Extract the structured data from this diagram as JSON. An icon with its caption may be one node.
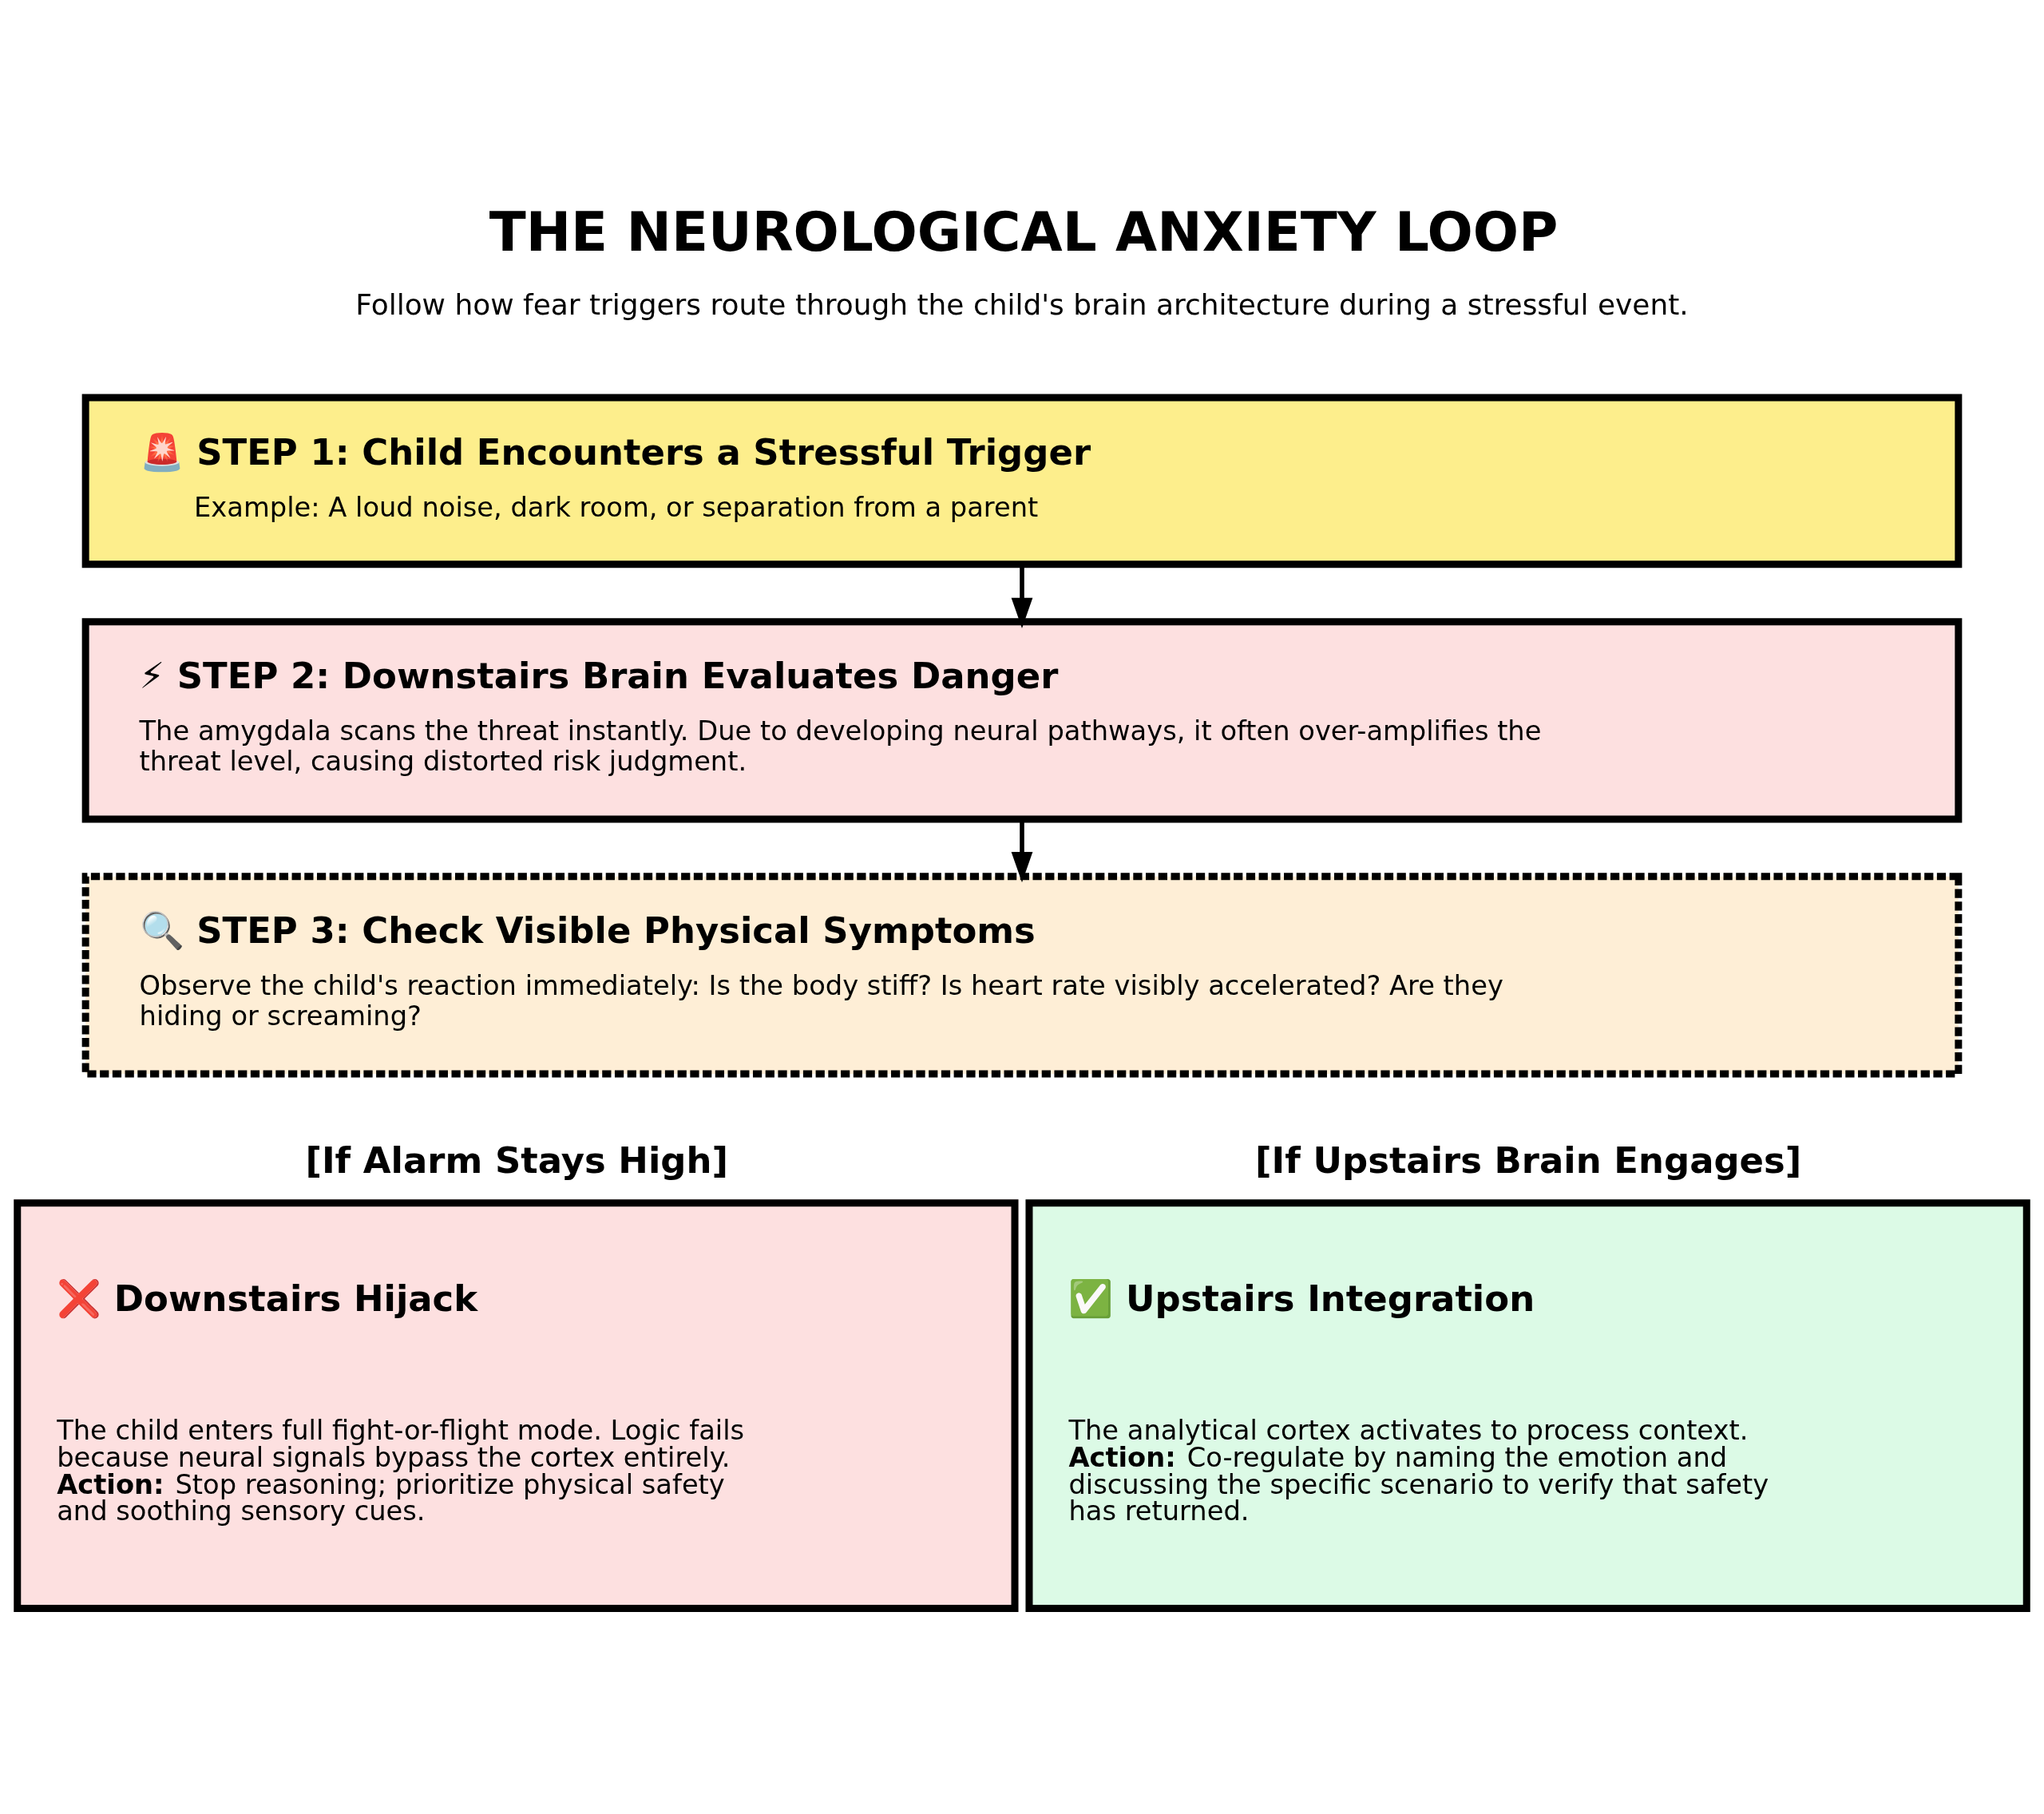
{
  "diagram": {
    "title": "THE NEUROLOGICAL ANXIETY LOOP",
    "nodes": [
      {
        "text": [
          "🚨 STEP 1: Child Encounters a Stressful Trigger",
          "Example: A loud noise, dark room, or separation from a parent"
        ]
      },
      {
        "text": [
          "⚡ STEP 2: Downstairs Brain Evaluates Danger",
          "The amygdala scans the threat instantly. Due to developing neural pathways, it often over-amplifies the threat level, causing distorted risk judgment."
        ]
      },
      {
        "text": [
          "🔍 STEP 3: Check Visible Physical Symptoms",
          "Observe the child's reaction immediately: Is the body stiff? Is heart rate visibly accelerated? Are they hiding or screaming?"
        ]
      },
      {
        "text": [
          "❌ Downstairs Hijack",
          "The child enters full fight-or-flight mode. Logic fails because neural signals bypass the cortex entirely. **Action:** Stop reasoning; prioritize physical safety and soothing sensory cues."
        ],
        "beside": [
          "[If Alarm Stays High]"
        ]
      },
      {
        "text": [
          "✅ Upstairs Integration",
          "The analytical cortex activates to process context. **Action:** Co-regulate by naming the emotion and discussing the specific scenario to verify that safety has returned."
        ],
        "beside": [
          "[If Upstairs Brain Engages]"
        ]
      }
    ],
    "edges": [
      {
        "from": 0,
        "to": 1,
        "arrow": "to"
      },
      {
        "from": 1,
        "to": 2,
        "arrow": "to"
      }
    ],
    "labels": [
      "Follow how fear triggers route through the child's brain architecture during a stressful event."
    ]
  }
}
